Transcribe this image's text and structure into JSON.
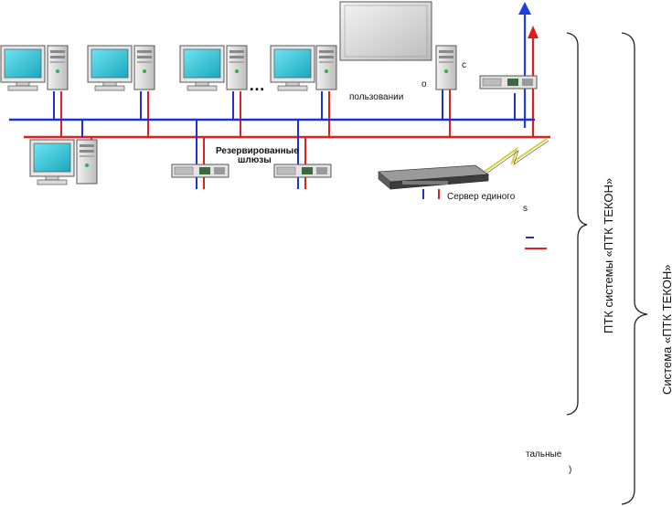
{
  "labels": {
    "ellipsis": "…",
    "server_fragment_c": "с",
    "server_fragment_o": "о",
    "shared_use": "пользовании",
    "redundant_gateways_line1": "Резервированные",
    "redundant_gateways_line2": "шлюзы",
    "single_server_fragment": "Сервер единого",
    "s_fragment": "s",
    "bottom_fragment_1": "тальные",
    "bottom_fragment_2": ")",
    "inner_brace_label": "ПТК системы «ПТК ТЕКОН»",
    "outer_brace_label": "Система «ПТК ТЕКОН»"
  },
  "colors": {
    "network_blue": "#1f2fd6",
    "network_red": "#e02020",
    "arrow_blue": "#1f3fe0",
    "arrow_red": "#e21c1c",
    "brace": "#222222",
    "monitor_screen": "#2ec3d6",
    "case_grey": "#d6d6d6",
    "link_yellow": "#d7d13a"
  },
  "nodes": [
    {
      "name": "workstation-1",
      "icon": "workstation-icon"
    },
    {
      "name": "workstation-2",
      "icon": "workstation-icon"
    },
    {
      "name": "workstation-3",
      "icon": "workstation-icon"
    },
    {
      "name": "workstation-4",
      "icon": "workstation-icon"
    },
    {
      "name": "workstation-5",
      "icon": "workstation-icon"
    },
    {
      "name": "server-cabinet",
      "icon": "server-cabinet-icon"
    },
    {
      "name": "server-tower",
      "icon": "server-tower-icon"
    },
    {
      "name": "gateway-right",
      "icon": "rack-gateway-icon"
    },
    {
      "name": "gateway-1",
      "icon": "rack-gateway-icon"
    },
    {
      "name": "gateway-2",
      "icon": "rack-gateway-icon"
    },
    {
      "name": "rack-unit",
      "icon": "rack-unit-icon"
    }
  ]
}
